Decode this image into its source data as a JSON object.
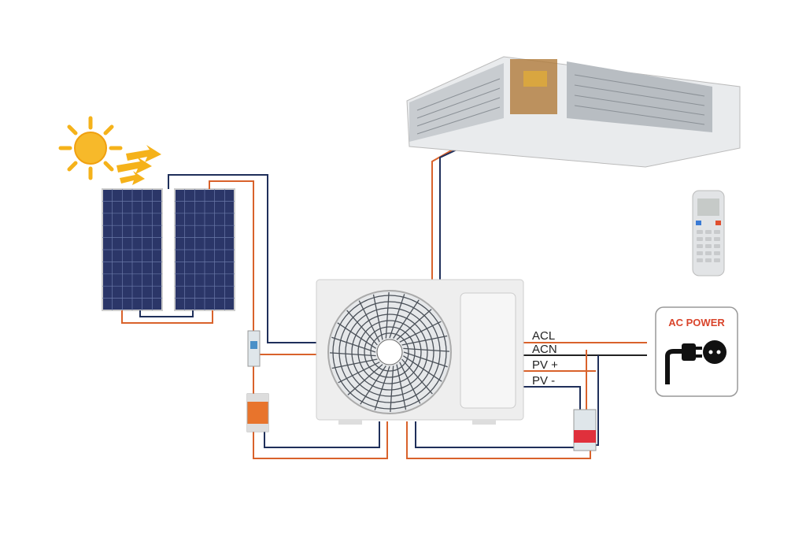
{
  "colors": {
    "wire_positive": "#d9622b",
    "wire_negative": "#1f2f5a",
    "panel": "#2b3668",
    "sun": "#f5b21a",
    "breaker_red": "#e0303c",
    "surge": "#e8742c"
  },
  "labels": {
    "acl": "ACL",
    "acn": "ACN",
    "pv_plus": "PV +",
    "pv_minus": "PV -"
  },
  "ac_power": {
    "title": "AC POWER",
    "icon": "plug-icon"
  },
  "components": [
    "sun-icon",
    "solar-panel",
    "solar-panel",
    "dc-breaker",
    "surge-protector",
    "outdoor-unit",
    "indoor-duct-unit",
    "remote-control",
    "ac-breaker",
    "ac-power-source"
  ]
}
